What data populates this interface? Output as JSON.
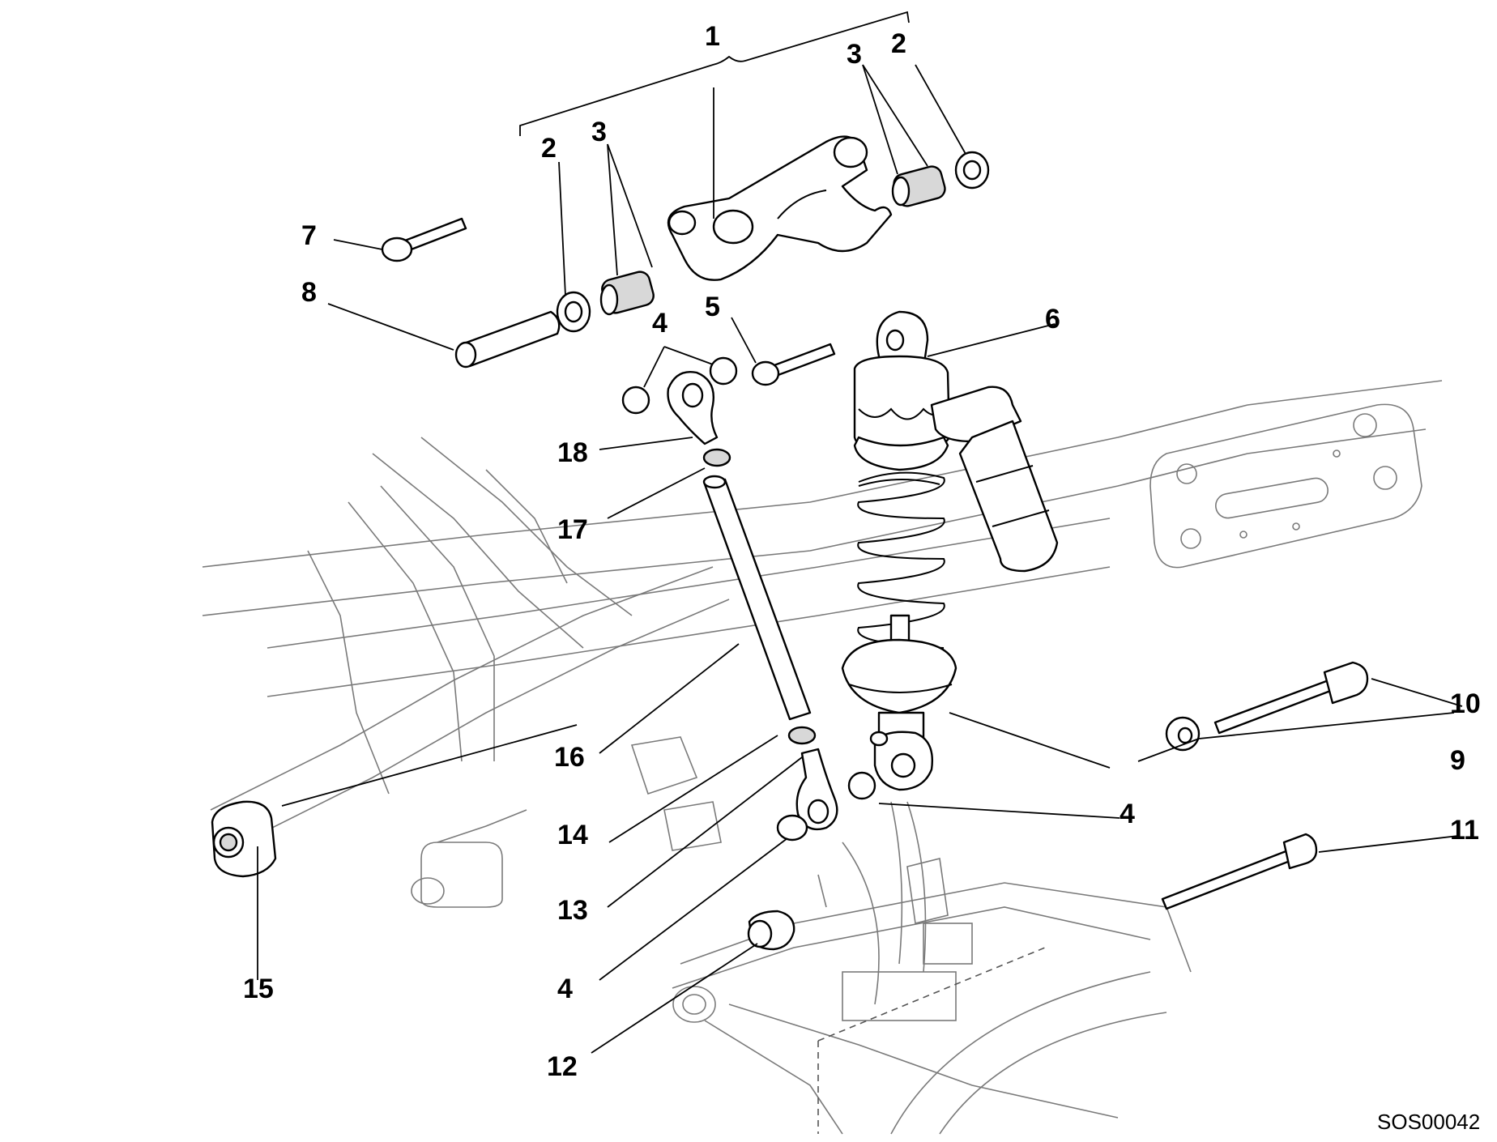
{
  "diagram": {
    "drawing_code": "SOS00042",
    "callouts": {
      "c1": "1",
      "c2a": "2",
      "c2b": "2",
      "c3a": "3",
      "c3b": "3",
      "c4a": "4",
      "c4b": "4",
      "c4c": "4",
      "c5": "5",
      "c6": "6",
      "c7": "7",
      "c8": "8",
      "c9": "9",
      "c10": "10",
      "c11": "11",
      "c12": "12",
      "c13": "13",
      "c14": "14",
      "c15": "15",
      "c16": "16",
      "c17": "17",
      "c18": "18"
    },
    "colors": {
      "ink": "#000000",
      "frame": "#7a7a7a",
      "background": "#ffffff"
    }
  }
}
